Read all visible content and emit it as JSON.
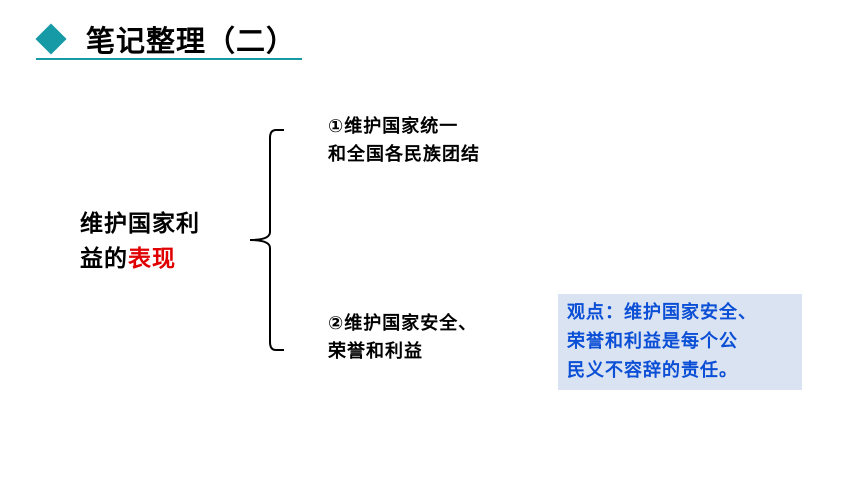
{
  "header": {
    "title": "笔记整理（二）",
    "icon": "diamond-icon",
    "accent_color": "#169aa6"
  },
  "main_label": {
    "line1": "维护国家利",
    "line2_prefix": "益的",
    "line2_highlight": "表现",
    "highlight_color": "#e00000"
  },
  "points": [
    {
      "line1": "①维护国家统一",
      "line2": "和全国各民族团结"
    },
    {
      "line1": "②维护国家安全、",
      "line2": "荣誉和利益"
    }
  ],
  "note": {
    "lines": [
      "观点：维护国家安全、",
      "荣誉和利益是每个公",
      "民义不容辞的责任。"
    ],
    "text_color": "#0b4fd6",
    "background_color": "#dae3f2"
  }
}
